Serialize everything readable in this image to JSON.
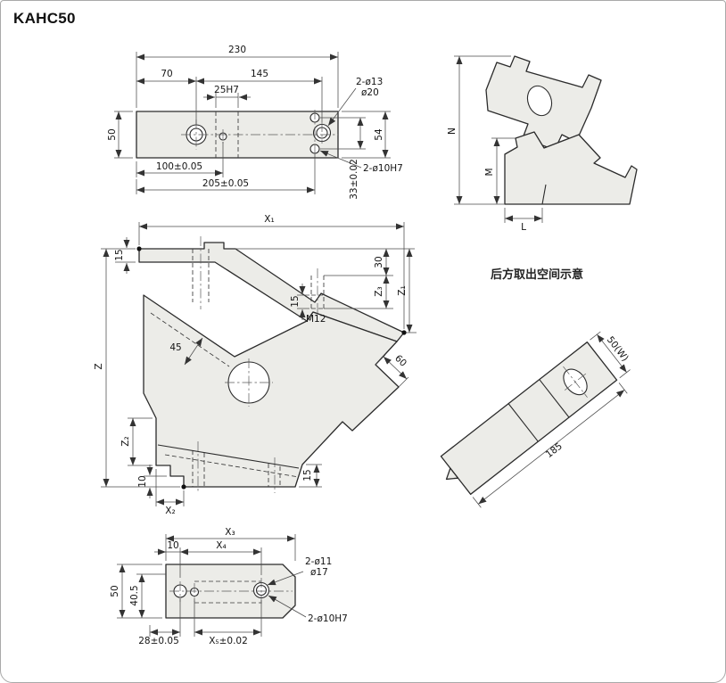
{
  "title": "KAHC50",
  "top_view": {
    "dim_width_total": "230",
    "dim_70": "70",
    "dim_145": "145",
    "dim_slot": "25H7",
    "dim_height": "50",
    "dim_100": "100±0.05",
    "dim_205": "205±0.05",
    "dim_54": "54",
    "dim_33": "33±0.02",
    "label_cbore_1": "2-ø13",
    "label_cbore_2": "ø20",
    "label_dowel": "2-ø10H7"
  },
  "side_view": {
    "dim_n": "N",
    "dim_m": "M",
    "dim_l": "L"
  },
  "front_view": {
    "dim_x1": "X₁",
    "dim_15_top": "15",
    "dim_z": "Z",
    "dim_30": "30",
    "dim_z3": "Z₃",
    "dim_z1": "Z₁",
    "dim_15_mid": "15",
    "label_m12": "M12",
    "dim_45": "45",
    "dim_60": "60",
    "dim_z2": "Z₂",
    "dim_10": "10",
    "dim_x2": "X₂",
    "dim_15_bot": "15"
  },
  "space_view": {
    "caption": "后方取出空间示意",
    "dim_width": "50(W)",
    "dim_length": "185"
  },
  "bottom_view": {
    "dim_x3": "X₃",
    "dim_10": "10",
    "dim_x4": "X₄",
    "dim_50": "50",
    "dim_405": "40.5",
    "dim_28": "28±0.05",
    "dim_x5": "X₅±0.02",
    "label_cbore_1": "2-ø11",
    "label_cbore_2": "ø17",
    "label_dowel": "2-ø10H7"
  }
}
